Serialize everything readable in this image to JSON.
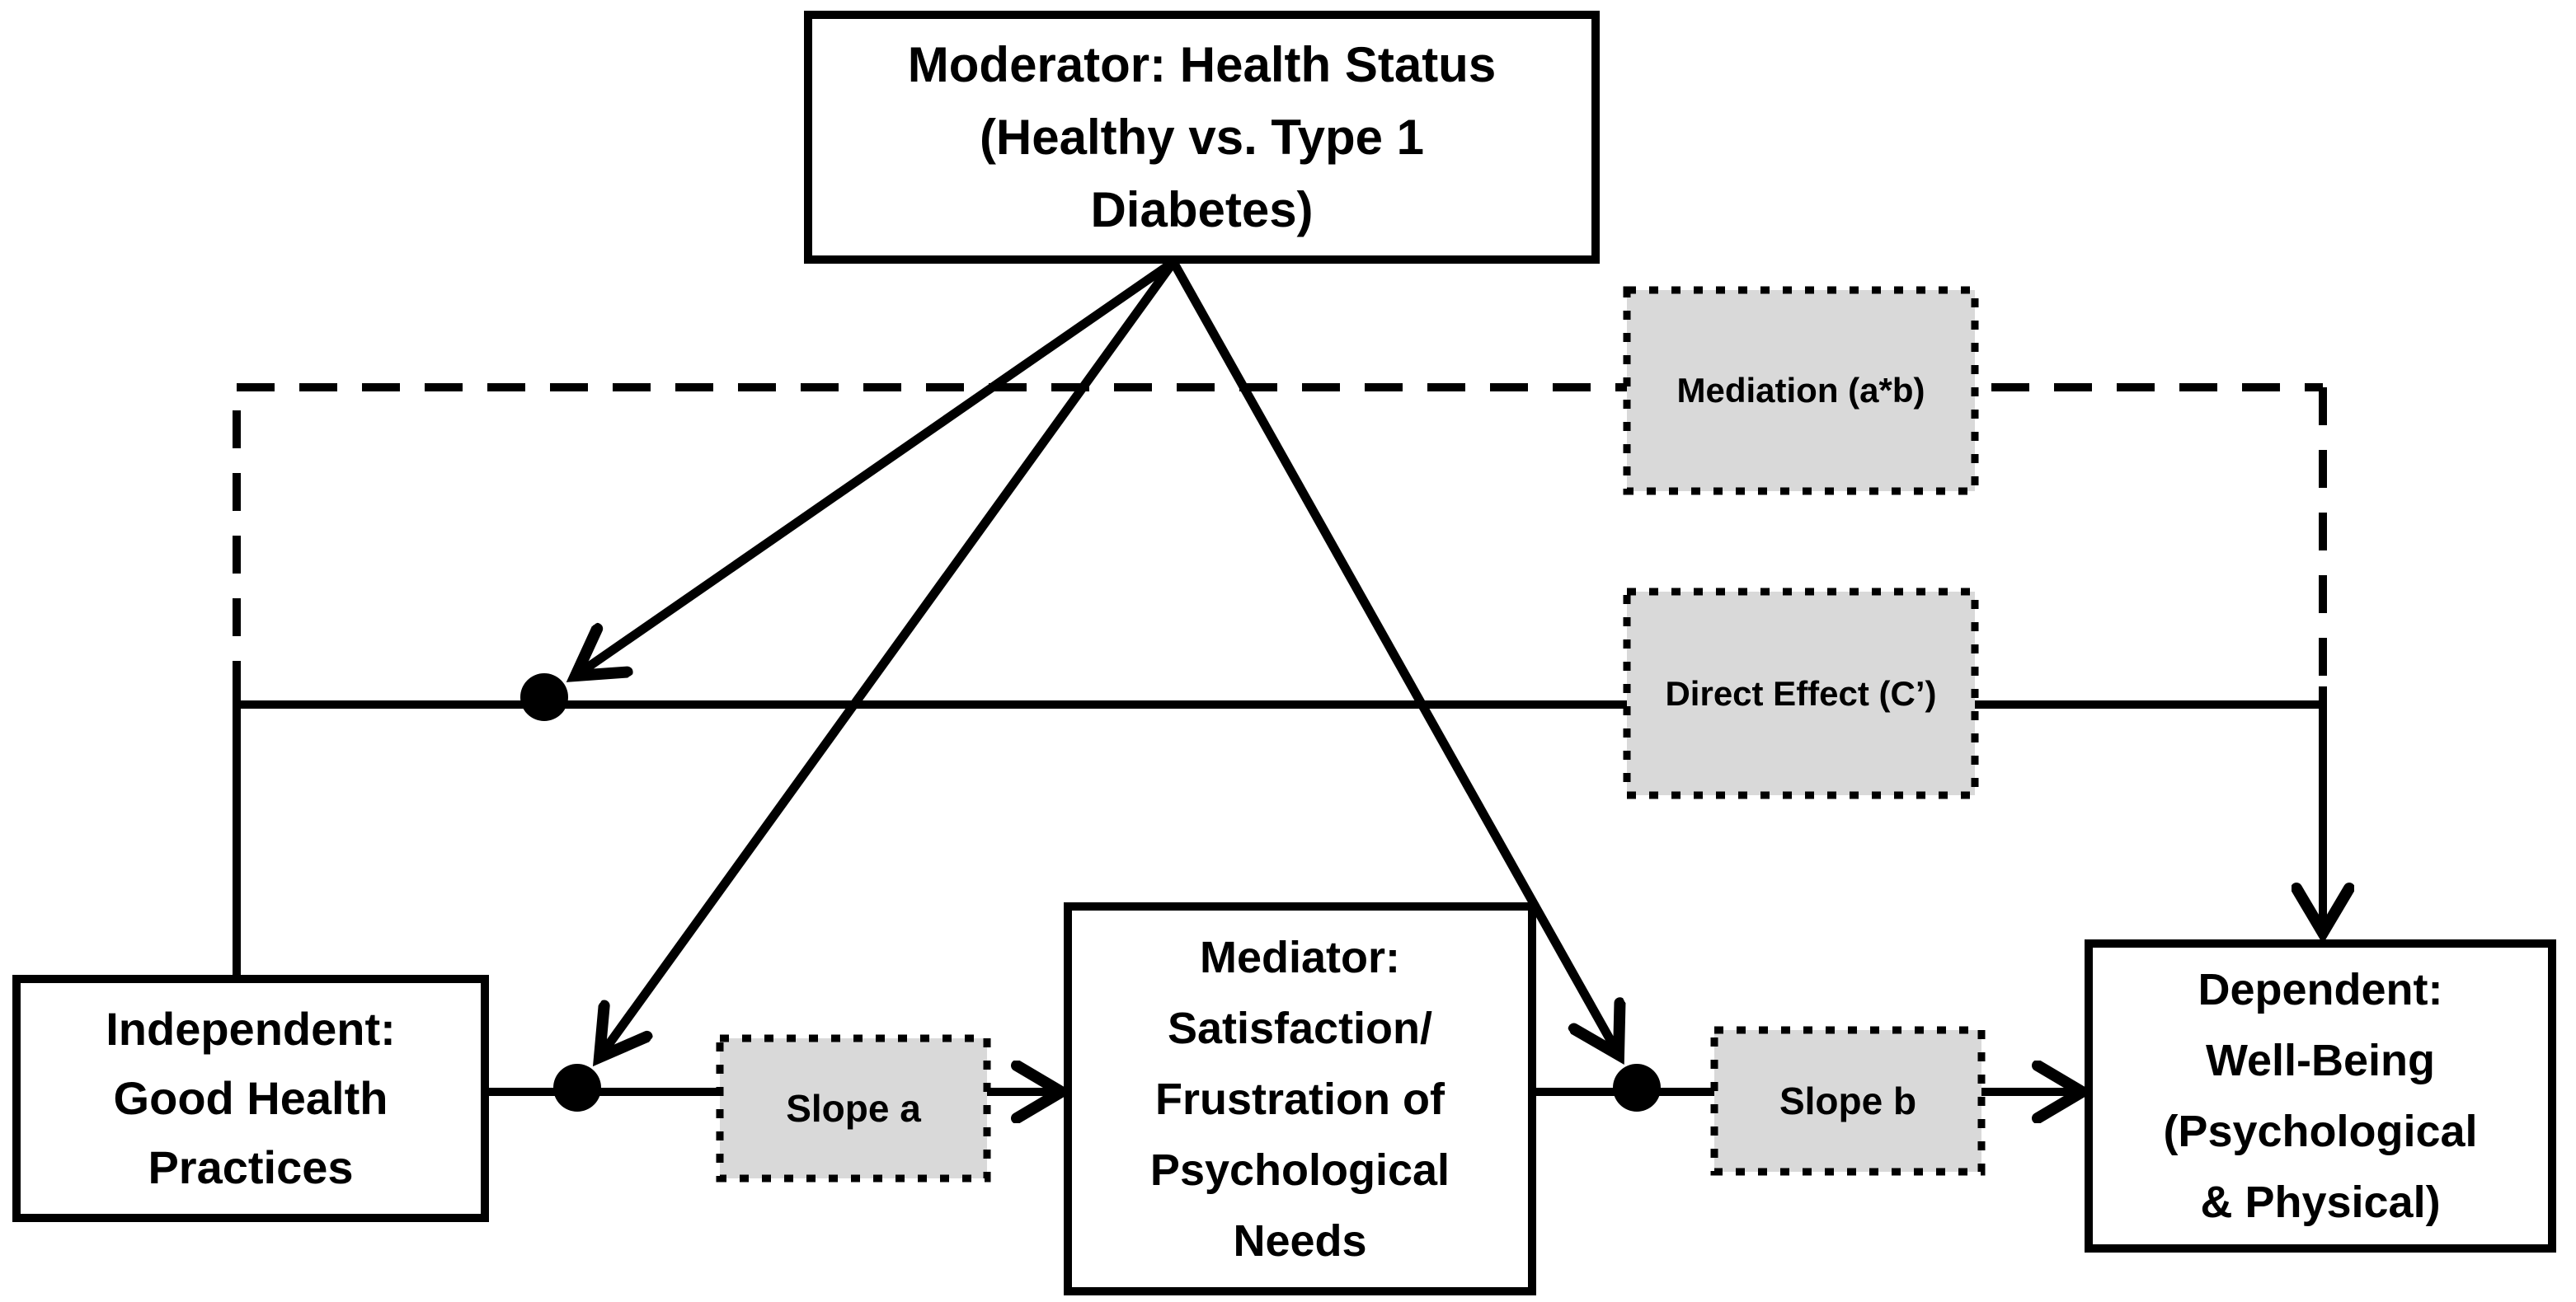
{
  "diagram": {
    "type": "moderated-mediation-path-model",
    "colors": {
      "line": "#000000",
      "box_fill": "#ffffff",
      "label_fill": "#d9d9d9",
      "background": "#ffffff"
    },
    "boxes": {
      "moderator": {
        "lines": [
          "Moderator: Health Status",
          "(Healthy vs. Type 1",
          "Diabetes)"
        ]
      },
      "mediation": {
        "label": "Mediation (a*b)"
      },
      "direct": {
        "label": "Direct Effect (C’)"
      },
      "independent": {
        "lines": [
          "Independent:",
          "Good Health",
          "Practices"
        ]
      },
      "slope_a": {
        "label": "Slope a"
      },
      "mediator": {
        "lines": [
          "Mediator:",
          "Satisfaction/",
          "Frustration of",
          "Psychological",
          "Needs"
        ]
      },
      "slope_b": {
        "label": "Slope b"
      },
      "dependent": {
        "lines": [
          "Dependent:",
          "Well-Being",
          "(Psychological",
          "& Physical)"
        ]
      }
    },
    "paths": {
      "mediation_path": "dashed: independent → up → right through Mediation (a*b) → down → dependent",
      "direct_path": "solid: independent → right through Direct Effect (C’) → down → dependent",
      "indirect_path": "independent → Slope a → mediator → Slope b → dependent",
      "moderation": "moderator → arrows onto direct path, a-path and b-path junction dots"
    }
  }
}
